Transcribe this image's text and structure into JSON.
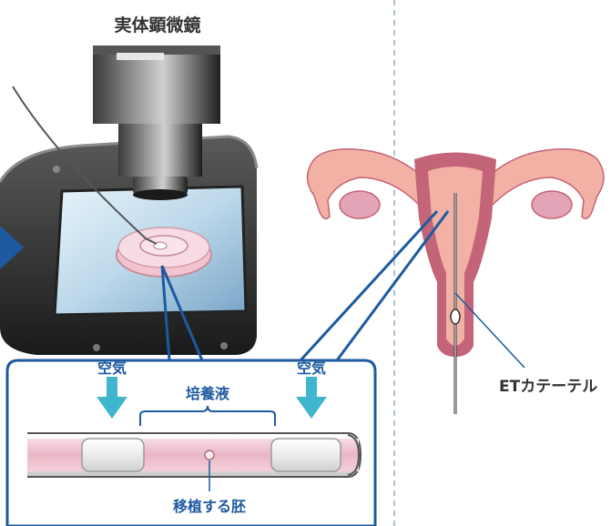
{
  "labels": {
    "microscope": "実体顕微鏡",
    "air_left": "空気",
    "air_right": "空気",
    "medium": "培養液",
    "embryo": "移植する胚",
    "catheter": "ETカテーテル"
  },
  "colors": {
    "accent_blue": "#1d5aa0",
    "arrow_cyan": "#3fb6cd",
    "tissue_pink": "#f2b1a4",
    "uterus_wall": "#c46478",
    "divider": "#a9c3d4"
  }
}
